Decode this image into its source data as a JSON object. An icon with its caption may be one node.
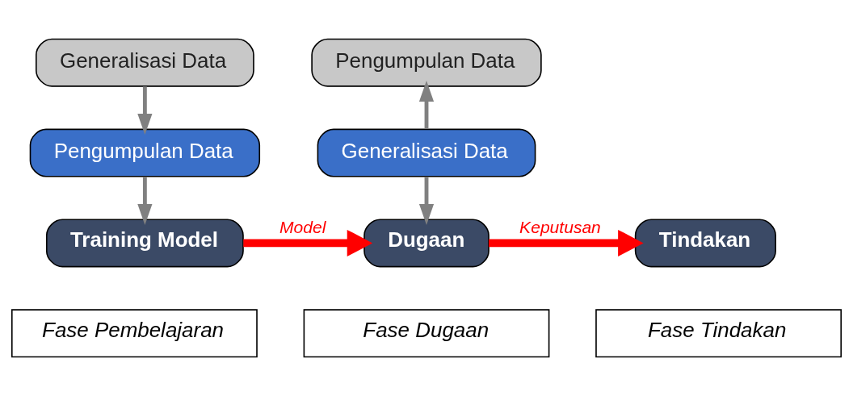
{
  "diagram": {
    "nodes": [
      {
        "text": [
          "Generalisasi Data"
        ]
      },
      {
        "text": [
          "Pengumpulan Data"
        ]
      },
      {
        "text": [
          "Training Model"
        ]
      },
      {
        "text": [
          "Pengumpulan Data"
        ]
      },
      {
        "text": [
          "Generalisasi Data"
        ]
      },
      {
        "text": [
          "Dugaan"
        ]
      },
      {
        "text": [
          "Tindakan"
        ]
      },
      {
        "text": [
          "Fase Pembelajaran"
        ]
      },
      {
        "text": [
          "Fase Dugaan"
        ]
      },
      {
        "text": [
          "Fase Tindakan"
        ]
      }
    ],
    "edges": [
      {
        "from": 0,
        "to": 1,
        "arrow": "to"
      },
      {
        "from": 1,
        "to": 2,
        "arrow": "to"
      },
      {
        "from": 2,
        "to": 5,
        "arrow": "to",
        "label": "Model",
        "style": "thick",
        "color": "#ff0000"
      },
      {
        "from": 4,
        "to": 3,
        "arrow": "to"
      },
      {
        "from": 4,
        "to": 5,
        "arrow": "to"
      },
      {
        "from": 5,
        "to": 6,
        "arrow": "to",
        "label": "Keputusan",
        "style": "thick",
        "color": "#ff0000"
      }
    ]
  }
}
